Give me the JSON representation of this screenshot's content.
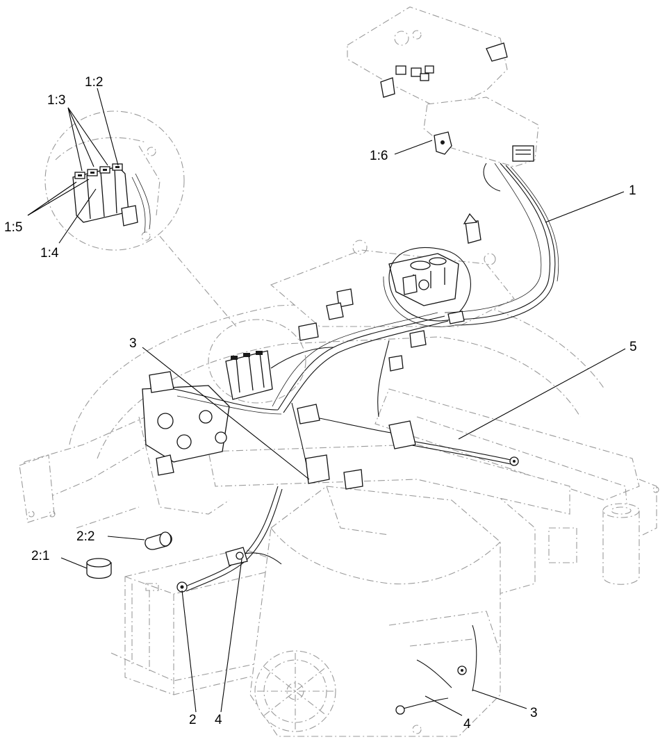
{
  "diagram": {
    "callouts": {
      "c1": "1",
      "c1_2": "1:2",
      "c1_3": "1:3",
      "c1_4": "1:4",
      "c1_5": "1:5",
      "c1_6": "1:6",
      "c2": "2",
      "c2_1": "2:1",
      "c2_2": "2:2",
      "c3_top": "3",
      "c3_bottom": "3",
      "c4_left": "4",
      "c4_right": "4",
      "c5": "5"
    }
  }
}
